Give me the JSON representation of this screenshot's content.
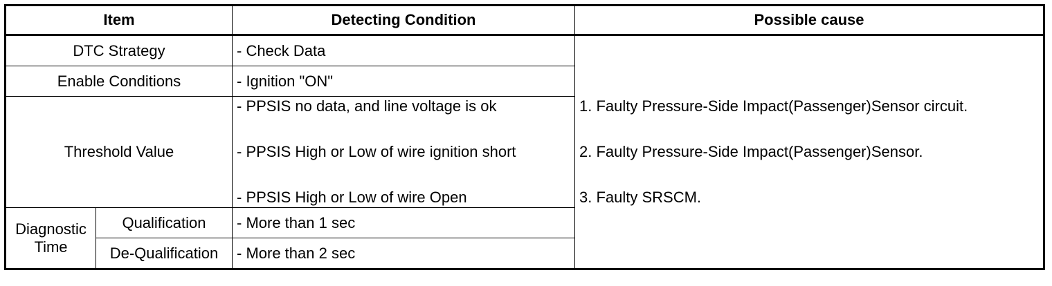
{
  "table": {
    "headers": {
      "item": "Item",
      "detecting_condition": "Detecting Condition",
      "possible_cause": "Possible cause"
    },
    "rows": {
      "dtc_strategy": {
        "item": "DTC Strategy",
        "condition": "- Check Data"
      },
      "enable_conditions": {
        "item": "Enable Conditions",
        "condition": "- Ignition \"ON\""
      },
      "threshold_value": {
        "item": "Threshold Value",
        "conditions": [
          "- PPSIS no data, and line voltage is ok",
          "- PPSIS High or Low of wire ignition short",
          "- PPSIS High or Low of wire Open"
        ]
      },
      "diagnostic_time": {
        "item": "Diagnostic Time",
        "qualification": {
          "label": "Qualification",
          "condition": "- More than 1 sec"
        },
        "de_qualification": {
          "label": "De-Qualification",
          "condition": "- More than 2 sec"
        }
      }
    },
    "possible_causes": [
      "1. Faulty Pressure-Side Impact(Passenger)Sensor circuit.",
      "2. Faulty Pressure-Side Impact(Passenger)Sensor.",
      "3. Faulty SRSCM."
    ]
  }
}
